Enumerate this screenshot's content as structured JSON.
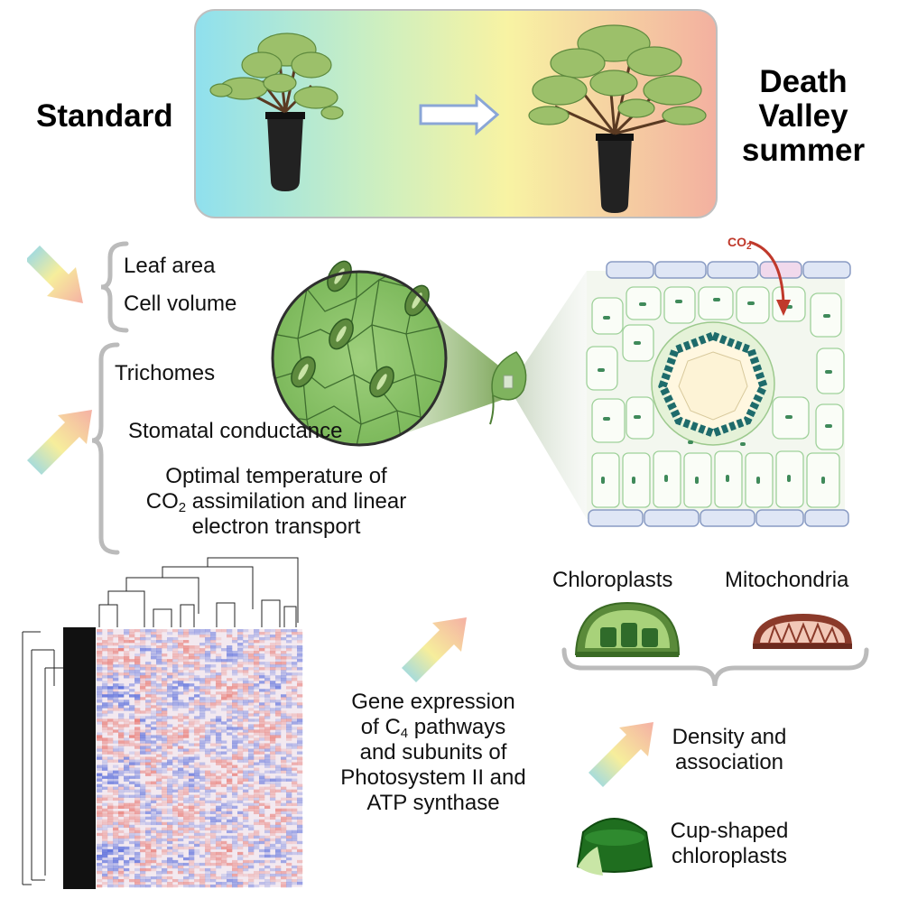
{
  "header": {
    "left_label": "Standard",
    "right_label_line1": "Death",
    "right_label_line2": "Valley",
    "right_label_line3": "summer"
  },
  "decreased": {
    "items": [
      "Leaf area",
      "Cell volume"
    ]
  },
  "increased": {
    "trichomes": "Trichomes",
    "stomatal": "Stomatal conductance",
    "optimal_line1": "Optimal temperature of",
    "optimal_line2_pre": "CO",
    "optimal_line2_sub": "2",
    "optimal_line2_post": " assimilation and linear",
    "optimal_line3": "electron transport"
  },
  "cross_section": {
    "co2_pre": "CO",
    "co2_sub": "2"
  },
  "organelles": {
    "chloroplasts": "Chloroplasts",
    "mitochondria": "Mitochondria",
    "density_line1": "Density and",
    "density_line2": "association",
    "cup_line1": "Cup-shaped",
    "cup_line2": "chloroplasts"
  },
  "gene_expression": {
    "line1": "Gene expression",
    "line2_pre": "of C",
    "line2_sub": "4",
    "line2_post": " pathways",
    "line3": "and subunits of",
    "line4": "Photosystem II and",
    "line5": "ATP synthase"
  },
  "colors": {
    "increase_arrow": [
      "#f7b3a6",
      "#f6e9a0",
      "#aee5c9",
      "#8fd6ee"
    ],
    "gradient_bar": [
      "#8fe0ee",
      "#cdefc0",
      "#f8f3a3",
      "#f3b6a0"
    ],
    "heatmap_high": "#e8766f",
    "heatmap_low": "#5b6fdc"
  }
}
